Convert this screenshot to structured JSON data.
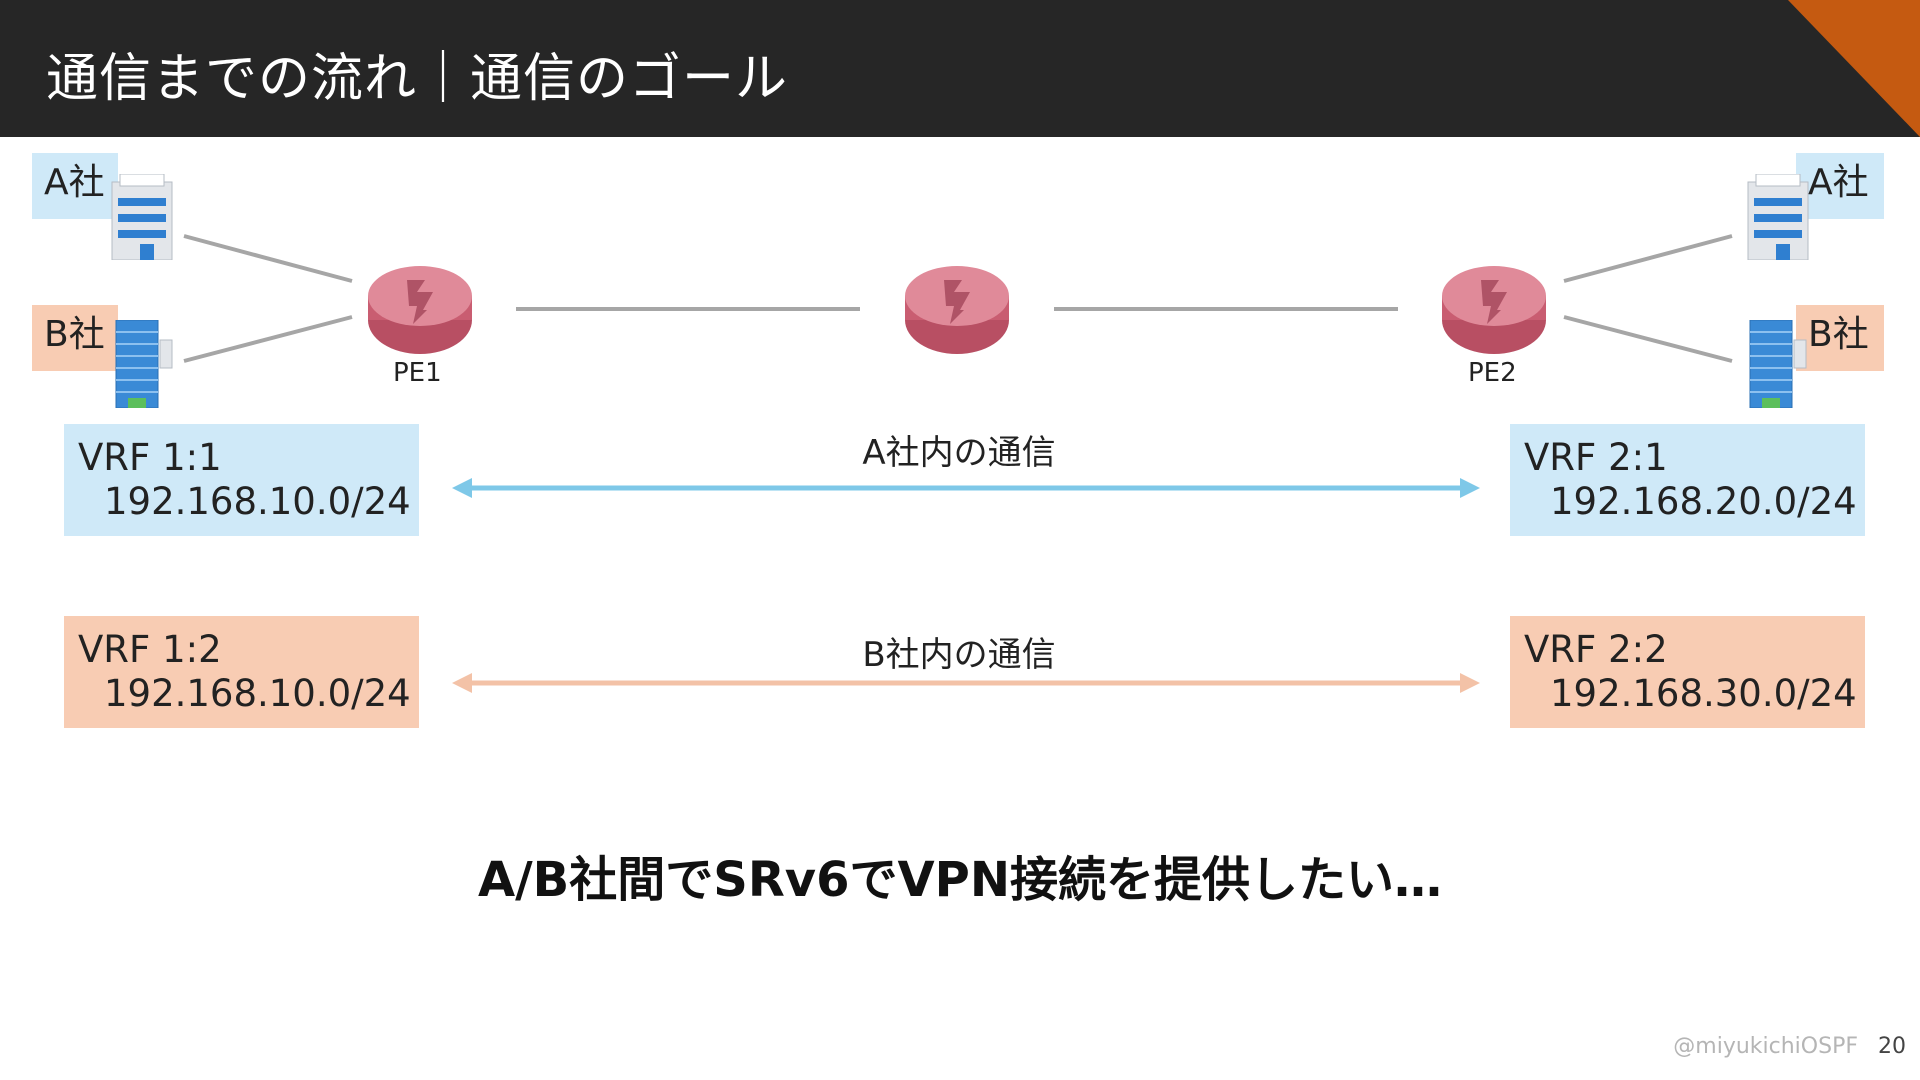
{
  "header": {
    "title": "通信までの流れ｜通信のゴール"
  },
  "sites": {
    "left_a": "A社",
    "left_b": "B社",
    "right_a": "A社",
    "right_b": "B社"
  },
  "routers": {
    "pe1_label": "PE1",
    "pe2_label": "PE2"
  },
  "vrfs": {
    "left_a": {
      "name": "VRF 1:1",
      "network": "192.168.10.0/24"
    },
    "left_b": {
      "name": "VRF 1:2",
      "network": "192.168.10.0/24"
    },
    "right_a": {
      "name": "VRF 2:1",
      "network": "192.168.20.0/24"
    },
    "right_b": {
      "name": "VRF 2:2",
      "network": "192.168.30.0/24"
    }
  },
  "flows": {
    "a_label": "A社内の通信",
    "b_label": "B社内の通信"
  },
  "message": "A/B社間でSRv6でVPN接続を提供したい…",
  "footer": {
    "credit": "@miyukichiOSPF",
    "page": "20"
  },
  "colors": {
    "header_bg": "#262626",
    "accent_corner": "#c55a11",
    "company_a": "#cfe9f8",
    "company_b": "#f8ccb3",
    "arrow_a": "#7ec8e8",
    "arrow_b": "#f3c2a7",
    "router": "#d06a7a",
    "link": "#a6a6a6"
  }
}
